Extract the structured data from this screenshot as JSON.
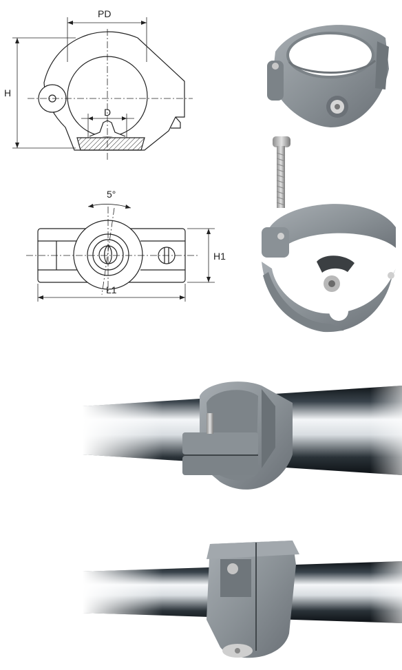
{
  "drawing_top": {
    "label_pd": "PD",
    "label_h": "H",
    "label_d": "D"
  },
  "drawing_bottom": {
    "label_angle": "5°",
    "label_h1": "H1",
    "label_l1": "L1"
  },
  "colors": {
    "line": "#222222",
    "clamp_grey": "#8c9398",
    "clamp_dark": "#5e6469",
    "clamp_light": "#b5bbbf",
    "tube_dark": "#1d2328",
    "tube_light": "#e8ecef",
    "metal": "#c9c9c9"
  },
  "icons": [
    "clamp-photo-assembled",
    "screw-photo",
    "clamp-photo-exploded",
    "clamp-on-tube-photo-1",
    "clamp-on-tube-photo-2"
  ]
}
